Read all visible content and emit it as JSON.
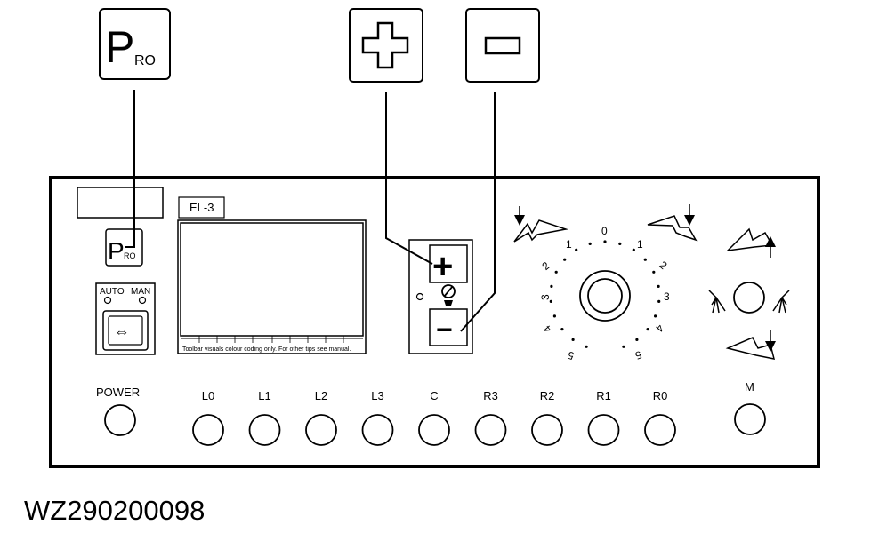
{
  "callouts": {
    "pro": {
      "main": "P",
      "sub": "RO"
    },
    "plus": {
      "symbol": "+"
    },
    "minus": {
      "symbol": "−"
    }
  },
  "panel": {
    "display_label": "EL-3",
    "display_footer": "Toolbar visuals colour coding only. For other tips see manual.",
    "pro_button": {
      "main": "P",
      "sub": "RO"
    },
    "mode_switch": {
      "auto": "AUTO",
      "man": "MAN",
      "symbol": "⇔"
    },
    "plus_key": "+",
    "minus_key": "−",
    "dial": {
      "top": "0",
      "left": [
        "1",
        "2",
        "3",
        "4",
        "5"
      ],
      "right": [
        "1",
        "2",
        "3",
        "4",
        "5"
      ]
    },
    "power_label": "POWER",
    "section_buttons": [
      "L0",
      "L1",
      "L2",
      "L3",
      "C",
      "R3",
      "R2",
      "R1",
      "R0"
    ],
    "m_label": "M"
  },
  "figure_code": "WZ290200098"
}
